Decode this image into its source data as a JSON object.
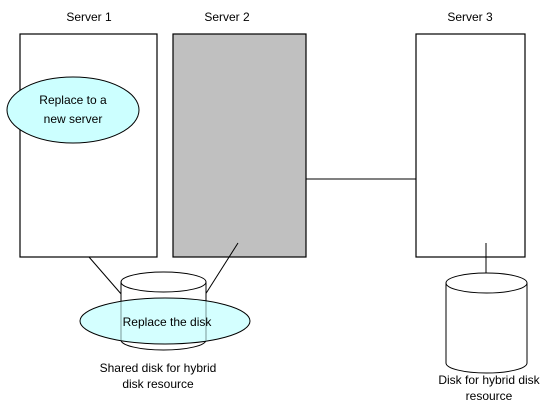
{
  "servers": [
    {
      "label": "Server 1",
      "shaded": false
    },
    {
      "label": "Server 2",
      "shaded": true
    },
    {
      "label": "Server 3",
      "shaded": false
    }
  ],
  "callouts": {
    "replace_server": [
      "Replace to a",
      "new server"
    ],
    "replace_disk": "Replace the disk"
  },
  "disks": {
    "shared": [
      "Shared disk for hybrid",
      "disk resource"
    ],
    "local": [
      "Disk for hybrid disk",
      "resource"
    ]
  },
  "colors": {
    "shaded_server": "#c0c0c0",
    "callout_fill": "#ccffff",
    "stroke": "#000000"
  }
}
